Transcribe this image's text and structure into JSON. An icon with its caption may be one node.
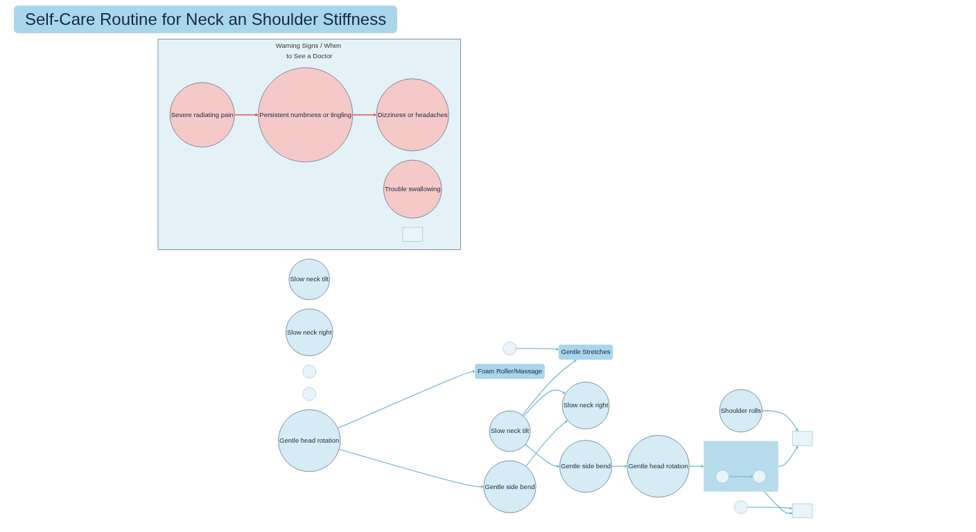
{
  "diagram": {
    "title": "Self-Care Routine for Neck an Shoulder Stiffness",
    "nodes": [
      {
        "text": [],
        "shape": "circle"
      },
      {
        "text": [
          "Gentle Stretches"
        ]
      },
      {
        "text": [
          "Slow neck tilt"
        ]
      },
      {
        "text": [
          "Slow neck right"
        ]
      },
      {
        "text": [],
        "shape": "circle"
      },
      {
        "text": [],
        "shape": "circle"
      },
      {
        "text": [
          "Foam Roller/Massage"
        ]
      },
      {
        "text": [],
        "shape": "box"
      },
      {
        "text": [],
        "shape": "box"
      },
      {
        "text": [
          "Shoulder rolls"
        ]
      },
      {
        "text": [],
        "shape": "circle"
      },
      {
        "text": [
          "Slow neck tilt"
        ]
      },
      {
        "text": [
          "Slow neck right"
        ]
      },
      {
        "text": [
          "Gentle side bend"
        ]
      },
      {
        "text": [
          "Gentle head rotation"
        ]
      },
      {
        "text": [
          "Gentle side bend"
        ]
      },
      {
        "text": [
          "Gentle head rotation"
        ]
      },
      {
        "text": [],
        "shape": "box"
      },
      {
        "text": [],
        "shape": "circle",
        "in": 17
      },
      {
        "text": [],
        "shape": "circle",
        "in": 17
      },
      {
        "text": [
          "Warning Signs / When to See a Doctor"
        ]
      },
      {
        "text": [
          "Severe radiating pain"
        ],
        "in": 20
      },
      {
        "text": [
          "Persistent numbness or tingling"
        ],
        "in": 20
      },
      {
        "text": [
          "Dizziness or headaches"
        ],
        "in": 20
      },
      {
        "text": [
          "Trouble swallowing"
        ],
        "in": 20
      },
      {
        "text": [],
        "shape": "box",
        "in": 20
      }
    ],
    "edges": [
      {
        "from": 0,
        "to": 1,
        "arrow": "to"
      },
      {
        "from": 11,
        "to": 1,
        "arrow": "to"
      },
      {
        "from": 11,
        "to": 12,
        "arrow": "to"
      },
      {
        "from": 13,
        "to": 12,
        "arrow": "to"
      },
      {
        "from": 14,
        "to": 13,
        "arrow": "to"
      },
      {
        "from": 11,
        "to": 15,
        "arrow": "to"
      },
      {
        "from": 15,
        "to": 16,
        "arrow": "to"
      },
      {
        "from": 16,
        "to": 17,
        "arrow": "to"
      },
      {
        "from": 18,
        "to": 19,
        "arrow": "to"
      },
      {
        "from": 14,
        "to": 6,
        "arrow": "to"
      },
      {
        "from": 17,
        "to": 7,
        "arrow": "to"
      },
      {
        "from": 17,
        "to": 8,
        "arrow": "to"
      },
      {
        "from": 9,
        "to": 7,
        "arrow": "to"
      },
      {
        "from": 10,
        "to": 8,
        "arrow": "to"
      },
      {
        "from": 21,
        "to": 22,
        "arrow": "to",
        "color": "#e0564f"
      },
      {
        "from": 22,
        "to": 23,
        "arrow": "to",
        "color": "#e0564f"
      }
    ]
  }
}
